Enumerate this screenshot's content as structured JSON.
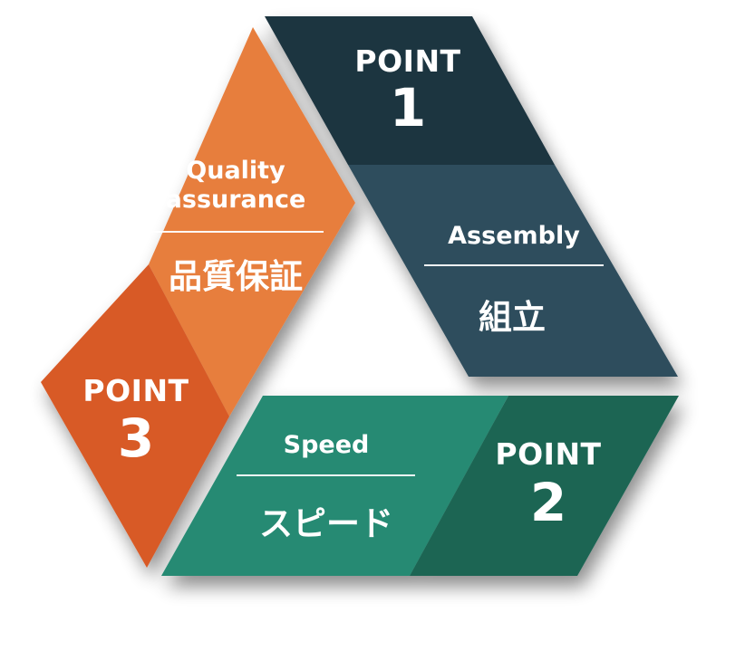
{
  "colors": {
    "point1_dark": "#1e3441",
    "point1_light": "#2f4e5d",
    "point2_dark": "#1a6553",
    "point2_light": "#268a73",
    "point3_dark": "#d85a26",
    "point3_light": "#e77e3e"
  },
  "point1": {
    "word": "POINT",
    "number": "1",
    "en": "Assembly",
    "jp": "組立"
  },
  "point2": {
    "word": "POINT",
    "number": "2",
    "en": "Speed",
    "jp": "スピード"
  },
  "point3": {
    "word": "POINT",
    "number": "3",
    "en_line1": "Quality",
    "en_line2": "assurance",
    "jp": "品質保証"
  }
}
